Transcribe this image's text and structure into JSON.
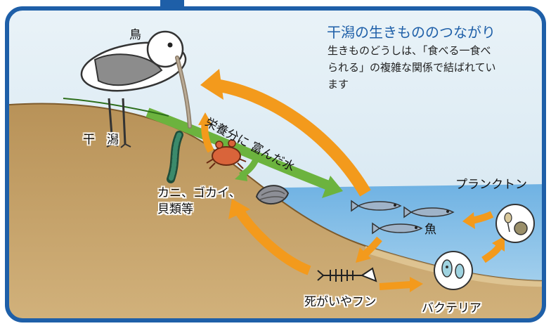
{
  "title": "干潟の生きもののつながり",
  "description": "生きものどうしは、「食べる一食べられる」の複雑な関係で結ばれています",
  "description_lines": [
    "生きものどうしは、「食べる一食べ",
    "られる」の複雑な関係で結ばれてい",
    "ます"
  ],
  "labels": {
    "bird": "鳥",
    "tidal_flat": "干　潟",
    "nutrient_water": "栄養分に 富んだ水",
    "benthos_line1": "カニ、ゴカイ、",
    "benthos_line2": "貝類等",
    "plankton": "プランクトン",
    "fish": "魚",
    "detritus": "死がいやフン",
    "bacteria": "バクテリア"
  },
  "colors": {
    "frame": "#1e5fa8",
    "sky": "#dcebf4",
    "mud": "#c6a56e",
    "mud_dark": "#a7824a",
    "sea": "#8fc4e8",
    "arrow_orange": "#f39a1c",
    "arrow_green": "#6cb33e",
    "title_blue": "#1e5fa8"
  }
}
